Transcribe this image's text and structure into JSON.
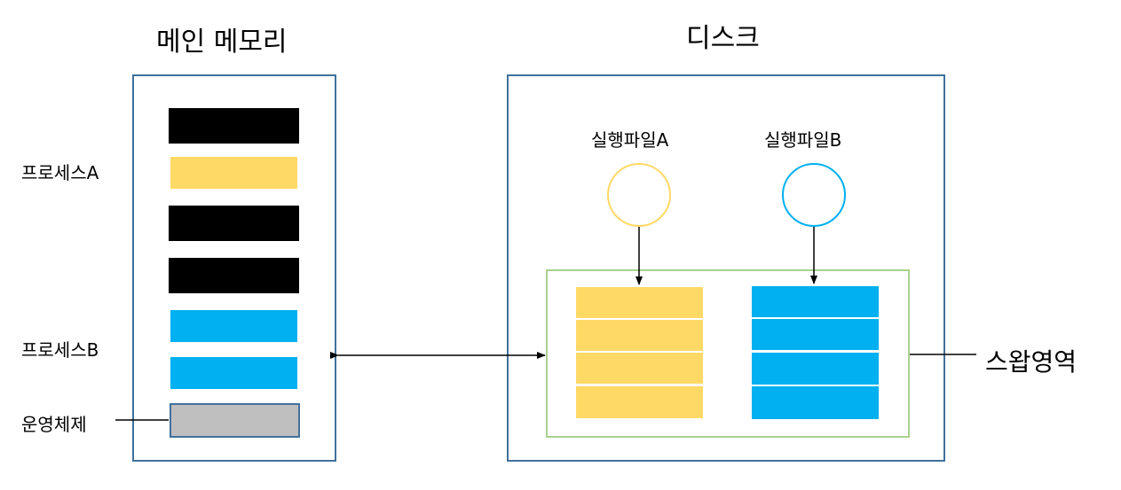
{
  "memory": {
    "title": "메인 메모리",
    "process_a_label": "프로세스A",
    "process_b_label": "프로세스B",
    "os_label": "운영체제"
  },
  "disk": {
    "title": "디스크",
    "exe_a_label": "실행파일A",
    "exe_b_label": "실행파일B",
    "swap_label": "스왑영역"
  },
  "colors": {
    "panel_border": "#41719c",
    "process_a": "#ffd966",
    "process_b": "#00b0f0",
    "other_block": "#000000",
    "os_block": "#bfbfbf",
    "swap_border": "#a9d18e"
  }
}
